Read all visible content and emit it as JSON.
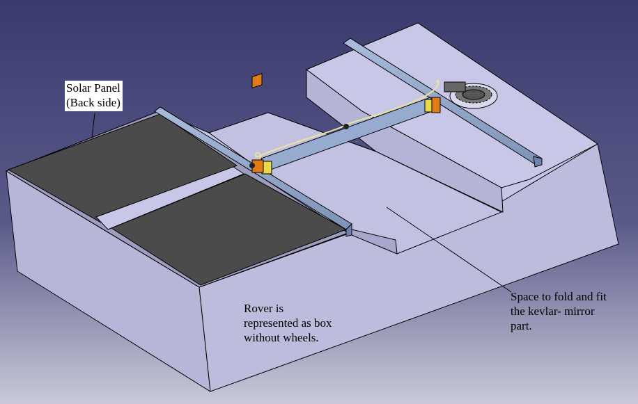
{
  "annotations": {
    "solar_panel": "Solar Panel\n(Back side)",
    "rover": "Rover is\nrepresented as box\nwithout wheels.",
    "space": "Space to fold and fit\nthe kevlar- mirror\npart."
  },
  "colors": {
    "background_top": "#3a3a6e",
    "background_bottom": "#c9c9d9",
    "box_top": "#c6c4e4",
    "box_front": "#bdbbdc",
    "box_side": "#b3b1d4",
    "panel": "#4a4a4a",
    "rail": "#8ca2c6",
    "bracket_orange": "#e07b18",
    "bracket_yellow": "#e6d94a",
    "outline": "#000000"
  }
}
